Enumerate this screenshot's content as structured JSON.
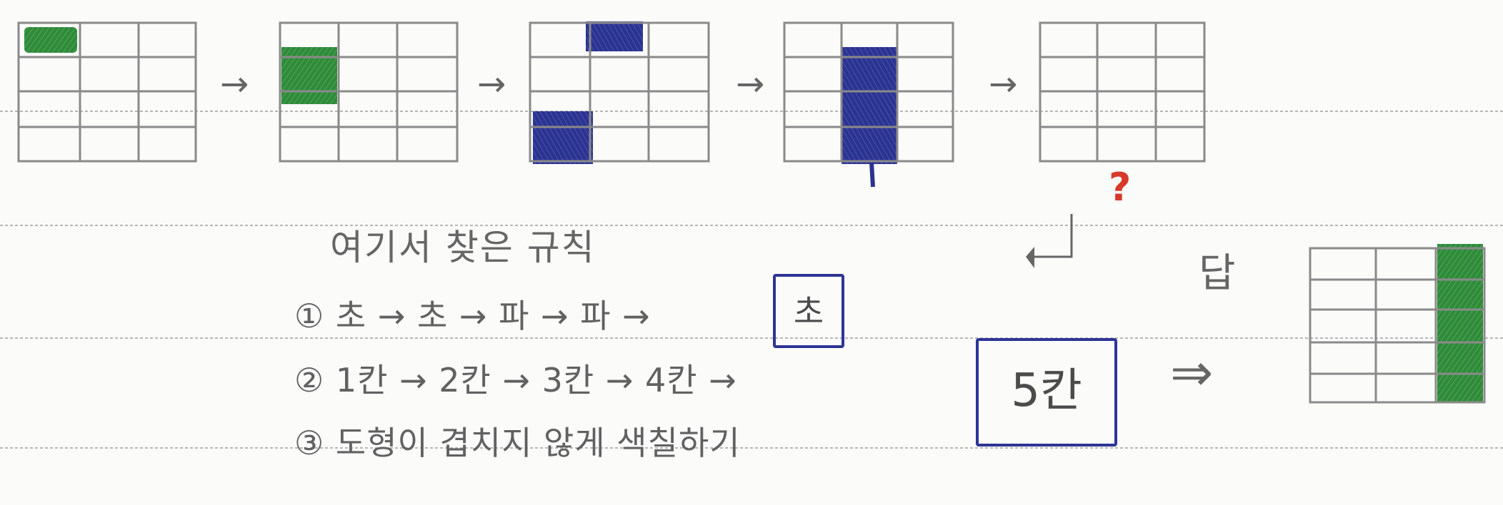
{
  "title": "여기서 찾은 규칙",
  "rules": [
    {
      "marker": "①",
      "text": "초 → 초 → 파 → 파 →"
    },
    {
      "marker": "②",
      "text": "1칸 → 2칸 → 3칸 → 4칸 →"
    },
    {
      "marker": "③",
      "text": "도형이 겹치지 않게 색칠하기"
    }
  ],
  "boxed_answers": [
    "초",
    "5칸"
  ],
  "answer_label": "답",
  "double_arrow": "⇒",
  "question_mark": "?",
  "colors": {
    "green": "#2f8a3a",
    "blue": "#2b3390",
    "grid": "#8a8a8a",
    "ruled_line": "#9a9a9a",
    "red": "#d63a2a"
  }
}
